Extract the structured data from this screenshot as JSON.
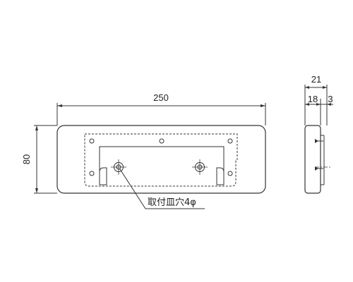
{
  "front_view": {
    "width_dimension": "250",
    "height_dimension": "80",
    "hole_callout": "取付皿穴4φ"
  },
  "side_view": {
    "total_depth_dimension": "21",
    "depth_a_dimension": "18",
    "depth_b_dimension": "3"
  },
  "colors": {
    "line": "#333333",
    "body_fill": "#ffffff"
  }
}
